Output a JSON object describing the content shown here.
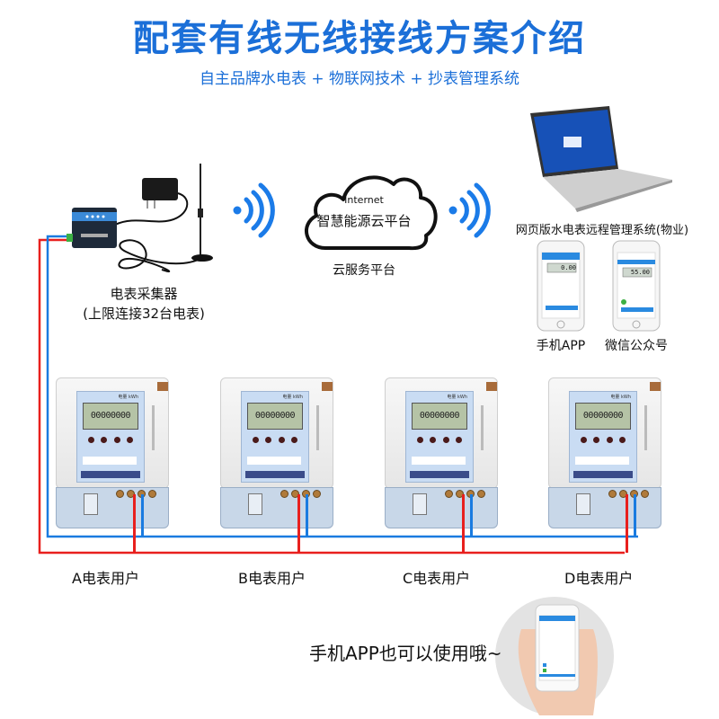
{
  "title": "配套有线无线接线方案介绍",
  "subtitle": "自主品牌水电表 + 物联网技术  +  抄表管理系统",
  "collector": {
    "label": "电表采集器",
    "note": "(上限连接32台电表)"
  },
  "cloud": {
    "line1": "Internet",
    "line2": "智慧能源云平台",
    "caption": "云服务平台"
  },
  "laptop": {
    "label": "网页版水电表远程管理系统(物业)"
  },
  "phones": [
    {
      "label": "手机APP",
      "reading": "0.00"
    },
    {
      "label": "微信公众号",
      "reading": "55.00"
    }
  ],
  "meters": [
    {
      "label": "A电表用户",
      "display": "00000000",
      "unit": "电量 kWh"
    },
    {
      "label": "B电表用户",
      "display": "00000000",
      "unit": "电量 kWh"
    },
    {
      "label": "C电表用户",
      "display": "00000000",
      "unit": "电量 kWh"
    },
    {
      "label": "D电表用户",
      "display": "00000000",
      "unit": "电量 kWh"
    }
  ],
  "app_note": "手机APP也可以使用哦~",
  "colors": {
    "accent": "#1b6fd8",
    "red_wire": "#e8201e",
    "blue_wire": "#1a7be0"
  }
}
